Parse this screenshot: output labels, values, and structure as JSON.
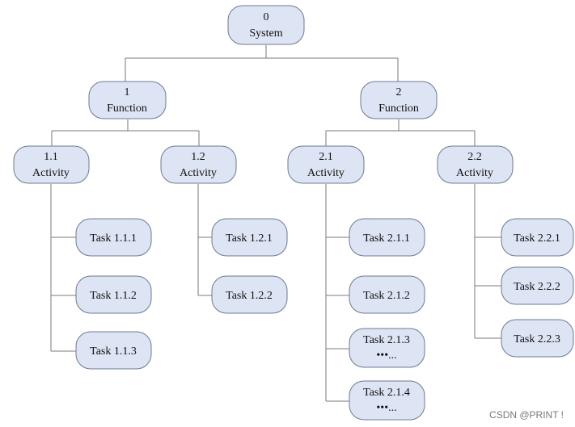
{
  "diagram": {
    "system": {
      "line1": "0",
      "line2": "System"
    },
    "functions": [
      {
        "line1": "1",
        "line2": "Function"
      },
      {
        "line1": "2",
        "line2": "Function"
      }
    ],
    "activities": [
      {
        "line1": "1.1",
        "line2": "Activity"
      },
      {
        "line1": "1.2",
        "line2": "Activity"
      },
      {
        "line1": "2.1",
        "line2": "Activity"
      },
      {
        "line1": "2.2",
        "line2": "Activity"
      }
    ],
    "tasks": {
      "a11": [
        "Task 1.1.1",
        "Task 1.1.2",
        "Task 1.1.3"
      ],
      "a12": [
        "Task 1.2.1",
        "Task 1.2.2"
      ],
      "a21": [
        {
          "line1": "Task 2.1.1"
        },
        {
          "line1": "Task 2.1.2"
        },
        {
          "line1": "Task 2.1.3",
          "line2": "•••..."
        },
        {
          "line1": "Task 2.1.4",
          "line2": "•••..."
        }
      ],
      "a22": [
        "Task 2.2.1",
        "Task 2.2.2",
        "Task 2.2.3"
      ]
    }
  },
  "watermark": "CSDN @PRINT !"
}
